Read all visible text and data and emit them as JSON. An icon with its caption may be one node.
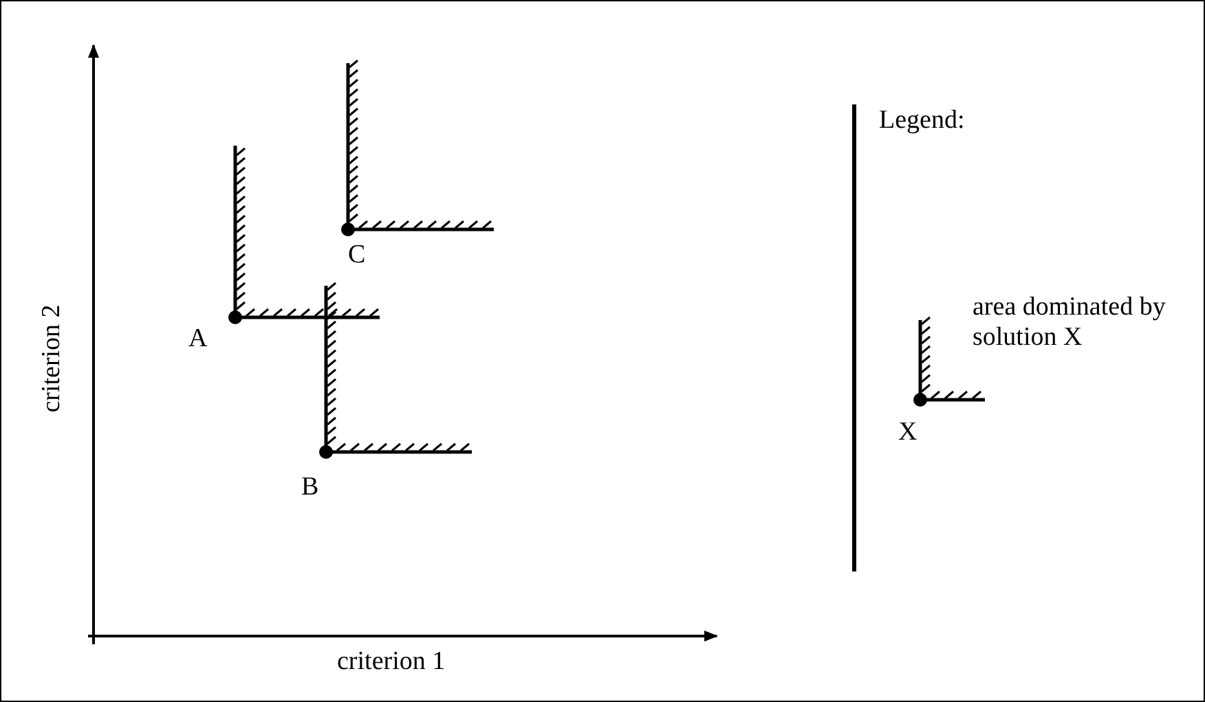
{
  "diagram": {
    "labels": [
      "Legend:",
      "C",
      "A",
      "B",
      "X",
      "criterion 2",
      "criterion 1"
    ],
    "legend": [
      {
        "text": "area dominated by solution X"
      }
    ]
  }
}
